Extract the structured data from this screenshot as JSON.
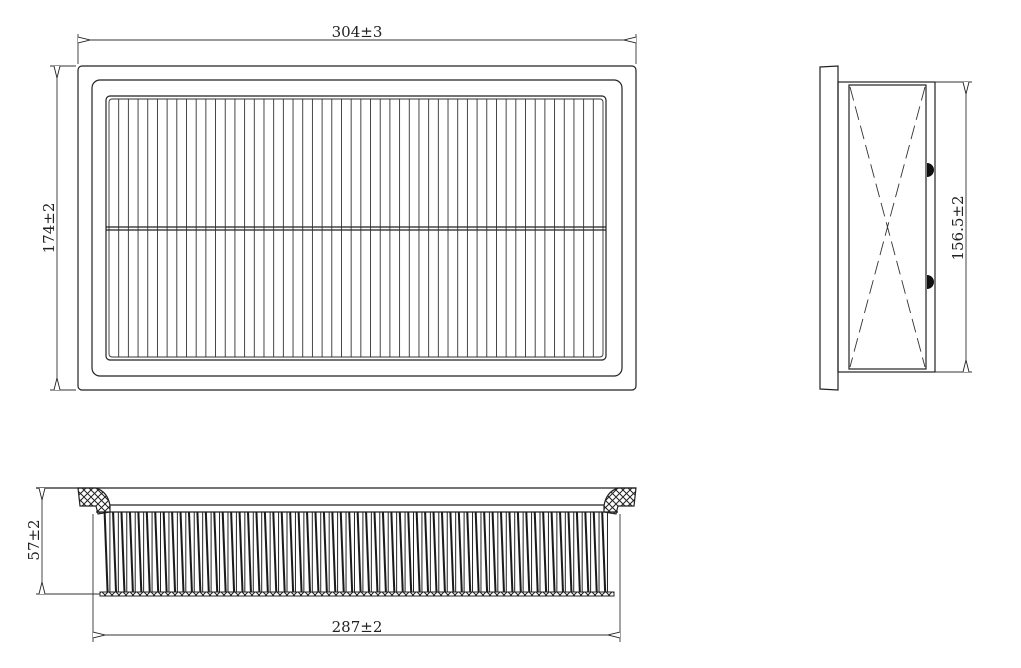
{
  "drawing": {
    "colors": {
      "line": "#222222",
      "background": "#ffffff"
    },
    "top_view": {
      "width_dim": "304±3",
      "height_dim": "174±2",
      "pleat_count": 51
    },
    "side_view": {
      "height_dim": "156.5±2"
    },
    "front_view": {
      "depth_dim": "57±2",
      "media_width_dim": "287±2",
      "pleat_count": 60
    }
  }
}
